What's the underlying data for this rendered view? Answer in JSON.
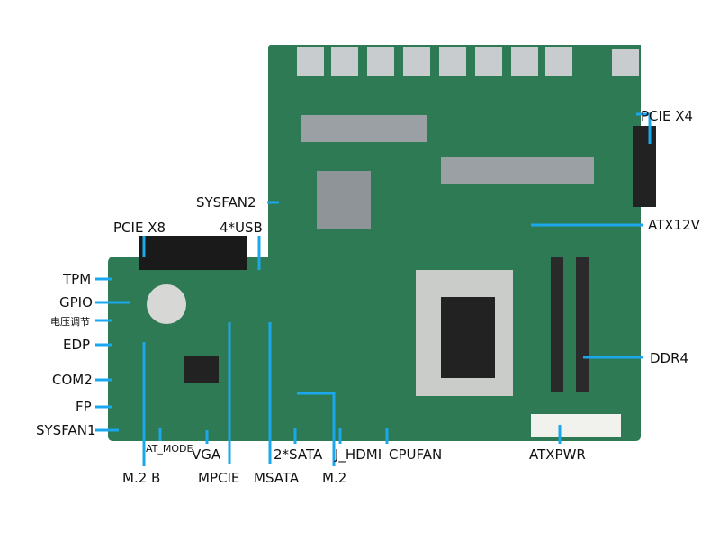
{
  "colors": {
    "board": "#2e7a55",
    "callout": "#1aa7ec",
    "heatsink": "#9aa0a4",
    "socket": "#c9ccc9"
  },
  "labels": {
    "pcie_x4": "PCIE X4",
    "atx12v": "ATX12V",
    "ddr4": "DDR4",
    "sysfan2": "SYSFAN2",
    "usb": "4*USB",
    "pcie_x8": "PCIE X8",
    "tpm": "TPM",
    "gpio": "GPIO",
    "voltage": "电压调节",
    "edp": "EDP",
    "com2": "COM2",
    "fp": "FP",
    "sysfan1": "SYSFAN1",
    "at_mode": "AT_MODE",
    "vga": "VGA",
    "m2b": "M.2 B",
    "mpcie": "MPCIE",
    "msata": "MSATA",
    "sata": "2*SATA",
    "m2": "M.2",
    "j_hdmi": "J_HDMI",
    "cpufan": "CPUFAN",
    "atxpwr": "ATXPWR"
  }
}
